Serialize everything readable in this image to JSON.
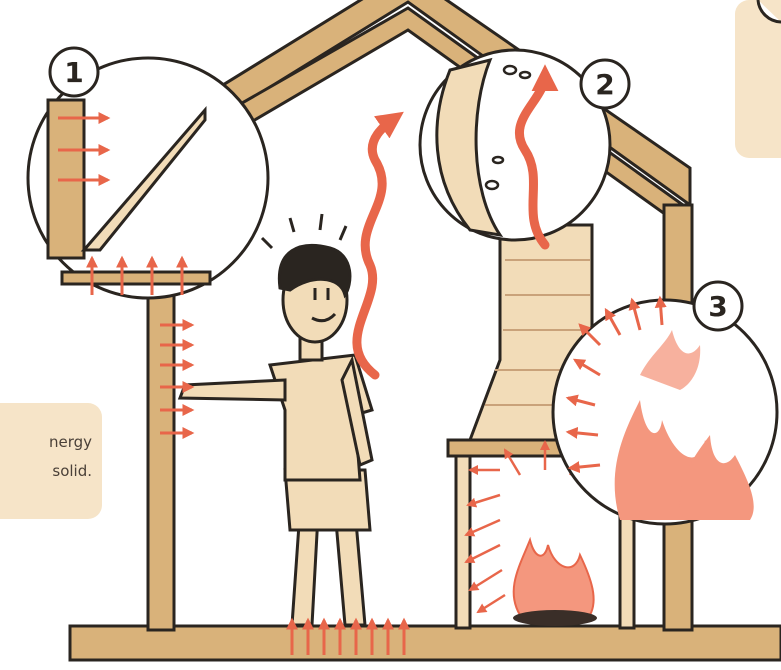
{
  "badges": {
    "one": "1",
    "two": "2",
    "three": "3"
  },
  "caption": {
    "line1": "nergy",
    "line2": "solid."
  },
  "colors": {
    "wood": "#d9b27a",
    "wall_light": "#f2dcb8",
    "arrow": "#e8664a",
    "outline": "#2a2520",
    "caption_bg": "#f6e4c8",
    "flame": "#f4977e"
  },
  "icons": {
    "person": "person-touching-wall",
    "fire": "fireplace-fire",
    "sweat": "sweat-drops"
  }
}
